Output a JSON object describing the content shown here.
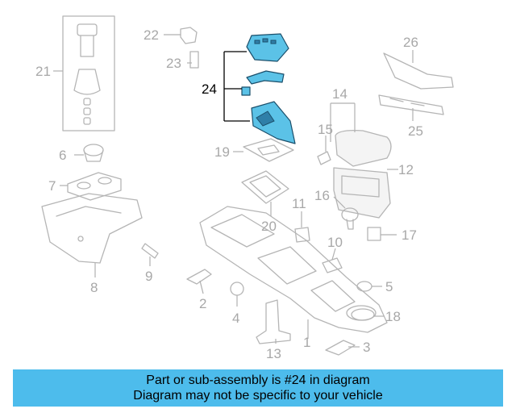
{
  "diagram": {
    "callouts": [
      {
        "id": "c1",
        "label": "1"
      },
      {
        "id": "c2",
        "label": "2"
      },
      {
        "id": "c3",
        "label": "3"
      },
      {
        "id": "c4",
        "label": "4"
      },
      {
        "id": "c5",
        "label": "5"
      },
      {
        "id": "c6",
        "label": "6"
      },
      {
        "id": "c7",
        "label": "7"
      },
      {
        "id": "c8",
        "label": "8"
      },
      {
        "id": "c9",
        "label": "9"
      },
      {
        "id": "c10",
        "label": "10"
      },
      {
        "id": "c11",
        "label": "11"
      },
      {
        "id": "c12",
        "label": "12"
      },
      {
        "id": "c13",
        "label": "13"
      },
      {
        "id": "c14",
        "label": "14"
      },
      {
        "id": "c15",
        "label": "15"
      },
      {
        "id": "c16",
        "label": "16"
      },
      {
        "id": "c17",
        "label": "17"
      },
      {
        "id": "c18",
        "label": "18"
      },
      {
        "id": "c19",
        "label": "19"
      },
      {
        "id": "c20",
        "label": "20"
      },
      {
        "id": "c21",
        "label": "21"
      },
      {
        "id": "c22",
        "label": "22"
      },
      {
        "id": "c23",
        "label": "23"
      },
      {
        "id": "c24",
        "label": "24"
      },
      {
        "id": "c25",
        "label": "25"
      },
      {
        "id": "c26",
        "label": "26"
      }
    ],
    "highlighted_part": "24",
    "highlight_color": "#5bc2e7",
    "line_color": "#b5b5b5"
  },
  "banner": {
    "line1": "Part or sub-assembly is #24 in diagram",
    "line2": "Diagram may not be specific to your vehicle",
    "background": "#4dbcec"
  }
}
